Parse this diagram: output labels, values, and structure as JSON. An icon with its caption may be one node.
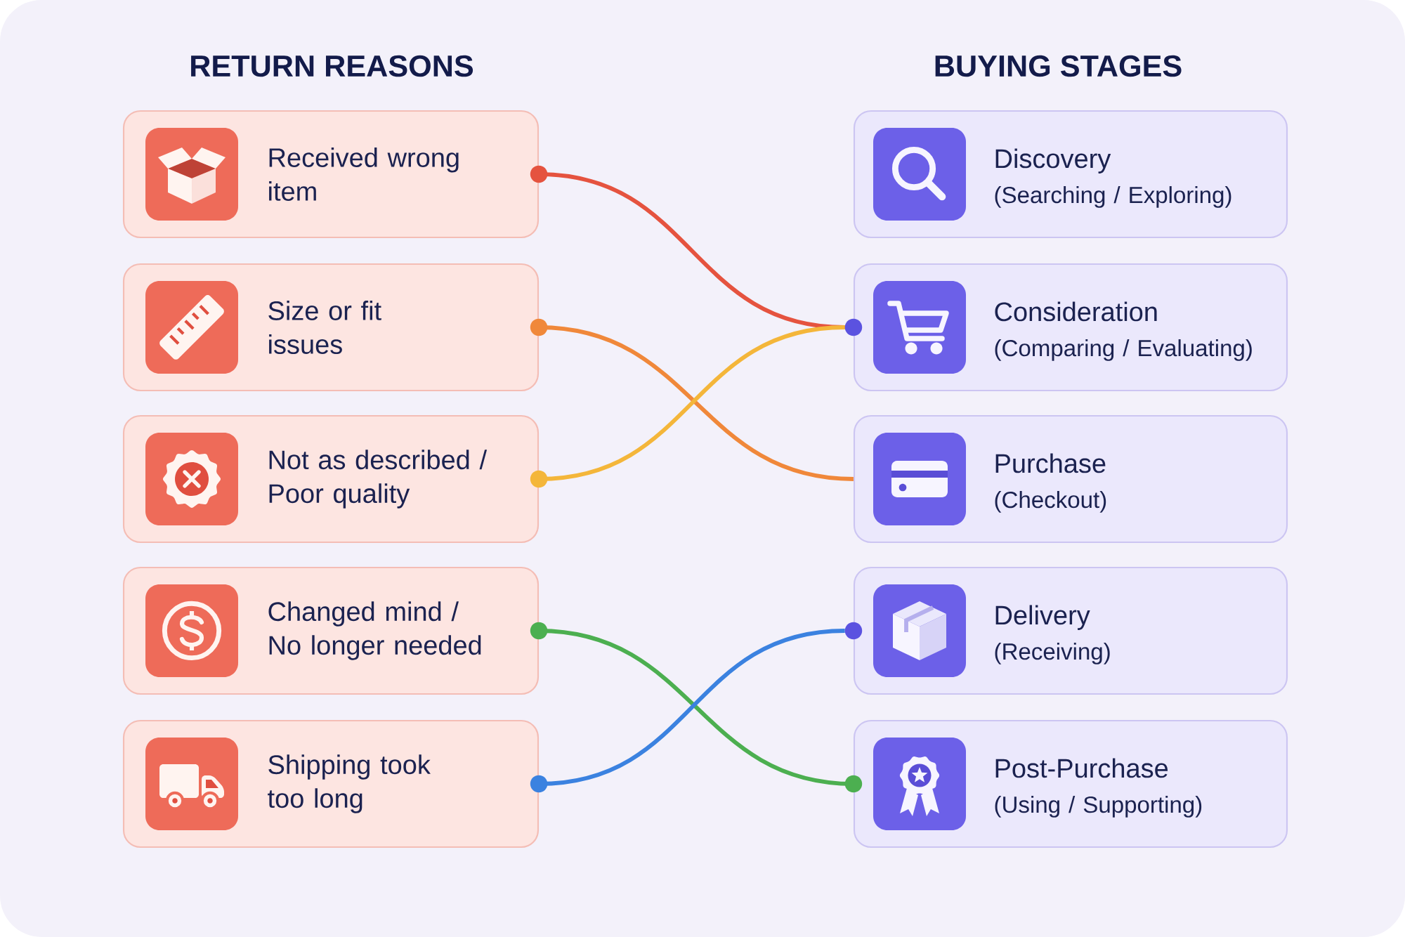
{
  "diagram": {
    "nodes": [
      {
        "text": [
          "Received wrong item"
        ]
      },
      {
        "text": [
          "Size or fit issues"
        ]
      },
      {
        "text": [
          "Not as described / Poor quality"
        ]
      },
      {
        "text": [
          "Changed mind / No longer needed"
        ]
      },
      {
        "text": [
          "Shipping took too long"
        ]
      },
      {
        "text": [
          "Discovery",
          "(Searching / Exploring)"
        ]
      },
      {
        "text": [
          "Consideration",
          "(Comparing / Evaluating)"
        ]
      },
      {
        "text": [
          "Purchase",
          "(Checkout)"
        ]
      },
      {
        "text": [
          "Delivery",
          "(Receiving)"
        ]
      },
      {
        "text": [
          "Post-Purchase",
          "(Using / Supporting)"
        ]
      }
    ],
    "edges": [
      {
        "from": 0,
        "to": 6,
        "arrow": "other",
        "color": "#e5533f"
      },
      {
        "from": 1,
        "to": 7,
        "arrow": "other",
        "color": "#f0883a"
      },
      {
        "from": 2,
        "to": 6,
        "arrow": "other",
        "color": "#f4b63a"
      },
      {
        "from": 3,
        "to": 9,
        "arrow": "other",
        "color": "#4caf50"
      },
      {
        "from": 4,
        "to": 8,
        "arrow": "other",
        "color": "#3b82e0"
      }
    ],
    "labels": [
      "RETURN REASONS",
      "BUYING STAGES"
    ]
  }
}
